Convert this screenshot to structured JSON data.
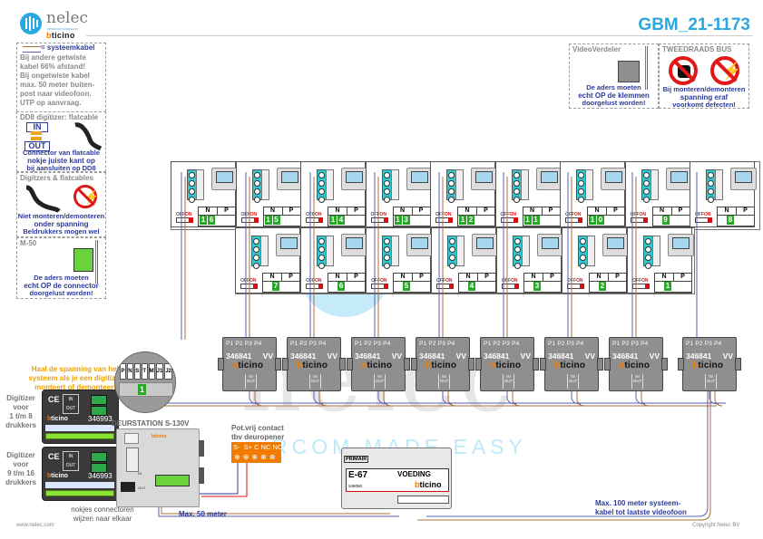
{
  "header": {
    "logo_name": "nelec",
    "logo_tagline": "INTERCOM MADE EASY",
    "logo_brand": "bticino",
    "doc_id": "GBM_21-1173"
  },
  "watermark": {
    "text": "nelec",
    "tagline": "INTERCOM MADE EASY"
  },
  "notes": {
    "systeemkabel": {
      "title": "= systeemkabel",
      "lines": [
        "Bij andere getwiste",
        "kabel 66% afstand!",
        "Bij ongetwiste kabel",
        "max. 50 meter buiten-",
        "post naar videofoon.",
        "UTP op aanvraag."
      ]
    },
    "dd8": {
      "title": "DD8 digitizer: flatcable",
      "in_label": "IN",
      "out_label": "OUT",
      "lines": [
        "Connector van flatcable",
        "nokje juiste kant op",
        "bij aansluiten op DD8"
      ]
    },
    "digitizers": {
      "title": "Digitzers & flatcables",
      "lines": [
        "Niet monteren/demonteren",
        "onder spanning",
        "Beldrukkers mogen wel"
      ]
    },
    "m50": {
      "title": "M-50",
      "lines": [
        "De aders moeten",
        "echt OP de connector",
        "doorgelust worden!"
      ]
    },
    "videoverdeler": {
      "title": "VideoVerdeler",
      "lines": [
        "De aders moeten",
        "echt OP de klemmen",
        "doorgelust worden!"
      ]
    },
    "tweedraads": {
      "title": "TWEEDRAADS BUS",
      "lines": [
        "Bij monteren/demonteren",
        "spanning eraf",
        "voorkomt defecten!"
      ]
    }
  },
  "apartment_labels": {
    "off": "OFF",
    "on": "ON",
    "n": "N",
    "p": "P"
  },
  "apartments_top": [
    {
      "digits": [
        "1",
        "6"
      ]
    },
    {
      "digits": [
        "1",
        "5"
      ]
    },
    {
      "digits": [
        "1",
        "4"
      ]
    },
    {
      "digits": [
        "1",
        "3"
      ]
    },
    {
      "digits": [
        "1",
        "2"
      ]
    },
    {
      "digits": [
        "1",
        "1"
      ]
    },
    {
      "digits": [
        "1",
        "0"
      ]
    },
    {
      "digits": [
        "9"
      ]
    },
    {
      "digits": [
        "8"
      ]
    }
  ],
  "apartments_bottom": [
    {
      "digits": [
        "7"
      ]
    },
    {
      "digits": [
        "6"
      ]
    },
    {
      "digits": [
        "5"
      ]
    },
    {
      "digits": [
        "4"
      ]
    },
    {
      "digits": [
        "3"
      ]
    },
    {
      "digits": [
        "2"
      ]
    },
    {
      "digits": [
        "1"
      ]
    }
  ],
  "splitter": {
    "ports": "P1 P2 P3 P4",
    "model": "346841",
    "suffix": "VV",
    "brand": "bticino",
    "in": "IN",
    "out": "OUT"
  },
  "splitters_count": 8,
  "digitizer_warning": [
    "Haal de spanning van het",
    "systeem als je een digitizer",
    "monteert of demonteert"
  ],
  "digitizers": [
    {
      "label": [
        "Digitizer",
        "voor",
        "1 t/m 8",
        "drukkers"
      ],
      "code": "346993",
      "brand": "bticino",
      "in": "IN",
      "out": "OUT"
    },
    {
      "label": [
        "Digitizer",
        "voor",
        "9 t/m 16",
        "drukkers"
      ],
      "code": "346993",
      "brand": "bticino",
      "in": "IN",
      "out": "OUT"
    }
  ],
  "connector_note": [
    "nokjes connectoren",
    "wijzen naar elkaar"
  ],
  "dip": {
    "labels": [
      "P",
      "N",
      "S",
      "T",
      "M",
      "J1",
      "J2"
    ],
    "selected": "1"
  },
  "deurstation": {
    "title": "DEURSTATION S-130V",
    "brand": "bticino",
    "in": "IN",
    "out": "OUT"
  },
  "relay": {
    "title": [
      "Pot.vrij contact",
      "tbv deuropener"
    ],
    "terminals": "S-  S+ C NC NO"
  },
  "psu": {
    "primair": "PRIMAIR",
    "model": "E-67",
    "name": "VOEDING",
    "code": "346050",
    "brand": "bticino"
  },
  "cable_notes": {
    "max50": "Max. 50 meter",
    "max100": [
      "Max. 100 meter systeem-",
      "kabel tot laatste videofoon"
    ]
  },
  "footer": {
    "website": "www.nelec.com",
    "copyright": "Copyright Nelec BV"
  },
  "colors": {
    "accent": "#29a8e0",
    "wire_blue": "#5a5fb8",
    "wire_brown": "#a8703a",
    "note_blue": "#2b3a9b",
    "warning_orange": "#f0a000",
    "bticino_orange": "#f07b00",
    "green": "#27a827"
  }
}
